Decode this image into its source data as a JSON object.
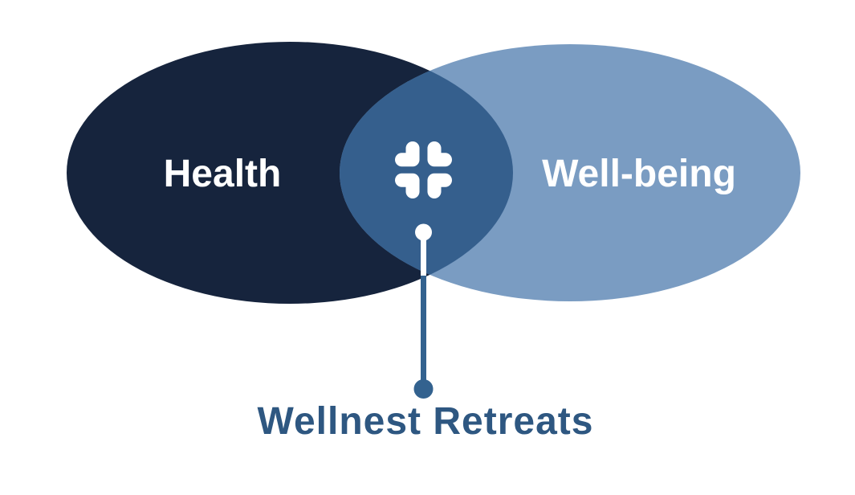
{
  "page": {
    "background": "#ffffff"
  },
  "venn": {
    "left": {
      "label": "Health",
      "fill": "#16243d",
      "label_color": "#ffffff"
    },
    "right": {
      "label": "Well-being",
      "fill": "#7a9cc2",
      "label_color": "#ffffff"
    },
    "overlap": {
      "fill": "#355f8d",
      "icon": "cross-brackets-icon",
      "icon_color": "#ffffff"
    },
    "callout": {
      "label": "Wellnest Retreats",
      "label_color": "#2e5781",
      "line_color": "#33628f",
      "marker_color": "#ffffff"
    }
  }
}
